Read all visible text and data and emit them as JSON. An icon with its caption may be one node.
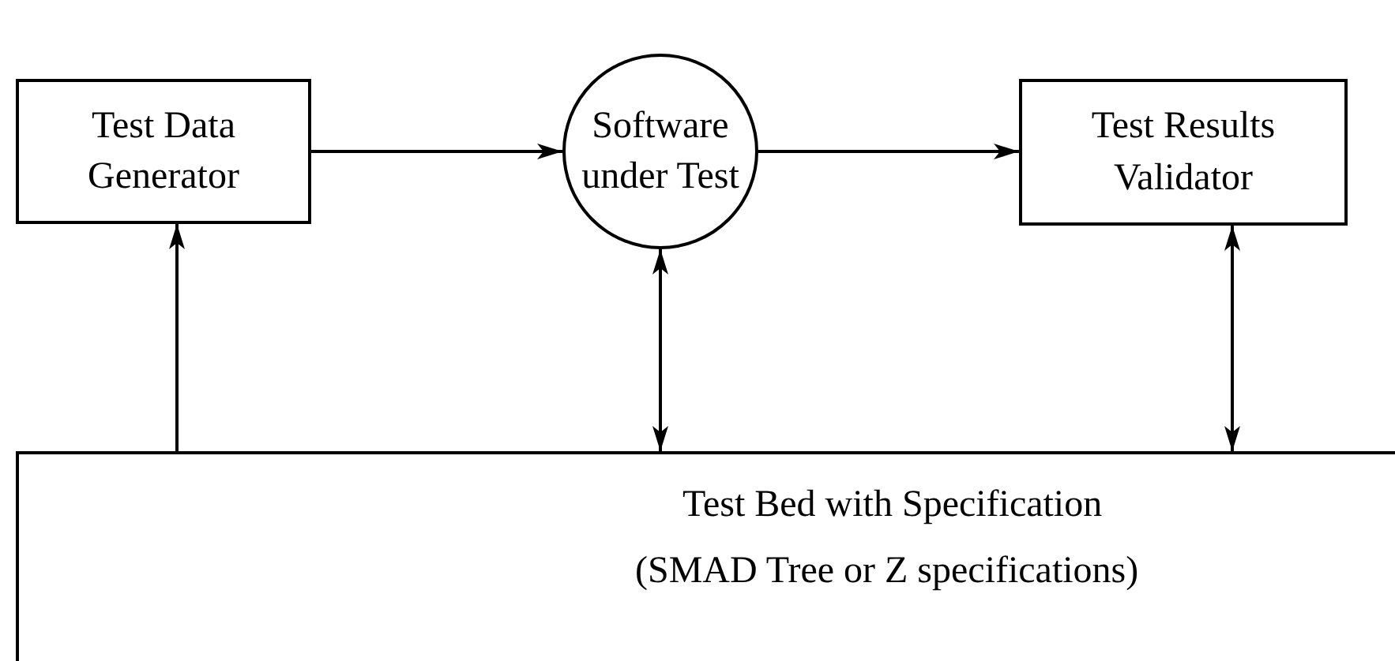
{
  "diagram": {
    "nodes": [
      {
        "text": [
          "Test Data Generator"
        ]
      },
      {
        "text": [
          "Software under Test"
        ]
      },
      {
        "text": [
          "Test Results Validator"
        ]
      },
      {
        "text": [
          "Test Bed with Specification",
          "(SMAD Tree or Z specifications)"
        ]
      }
    ],
    "edges": [
      {
        "from": 0,
        "to": 1,
        "arrow": "to"
      },
      {
        "from": 1,
        "to": 2,
        "arrow": "to"
      },
      {
        "from": 3,
        "to": 0,
        "arrow": "to"
      },
      {
        "from": 1,
        "to": 3,
        "arrow": "both"
      },
      {
        "from": 2,
        "to": 3,
        "arrow": "both"
      }
    ]
  }
}
